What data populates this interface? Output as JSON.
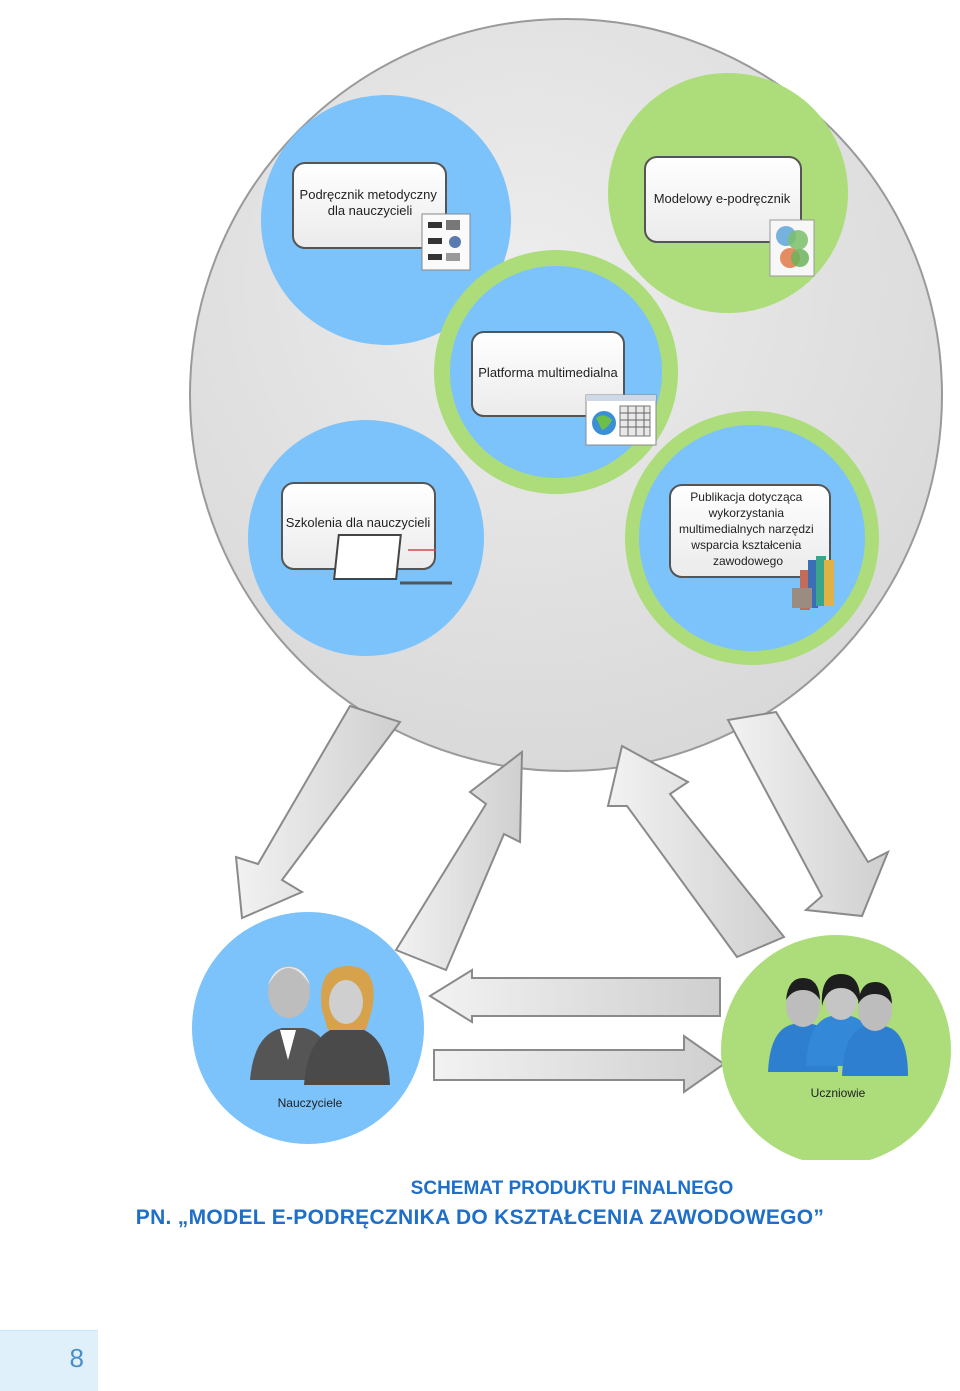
{
  "diagram": {
    "boxes": {
      "podrecznik": [
        "Podręcznik metodyczny",
        "dla nauczycieli"
      ],
      "modelowy": [
        "Modelowy e-podręcznik"
      ],
      "platforma": [
        "Platforma multimedialna"
      ],
      "szkolenia": [
        "Szkolenia dla nauczycieli"
      ],
      "publikacja": [
        "Publikacja dotycząca",
        "wykorzystania",
        "multimedialnych narzędzi",
        "wsparcia kształcenia",
        "zawodowego"
      ]
    },
    "people": {
      "teachers": "Nauczyciele",
      "students": "Uczniowie"
    },
    "colors": {
      "big_circle": "#e2e2e2",
      "blue": "#7cc2fb",
      "green": "#acdd7a",
      "caption": "#1f6fc9"
    }
  },
  "caption": {
    "line1": "SCHEMAT PRODUKTU FINALNEGO",
    "line2": "PN. „MODEL E-PODRĘCZNIKA DO KSZTAŁCENIA ZAWODOWEGO”"
  },
  "page_number": "8"
}
